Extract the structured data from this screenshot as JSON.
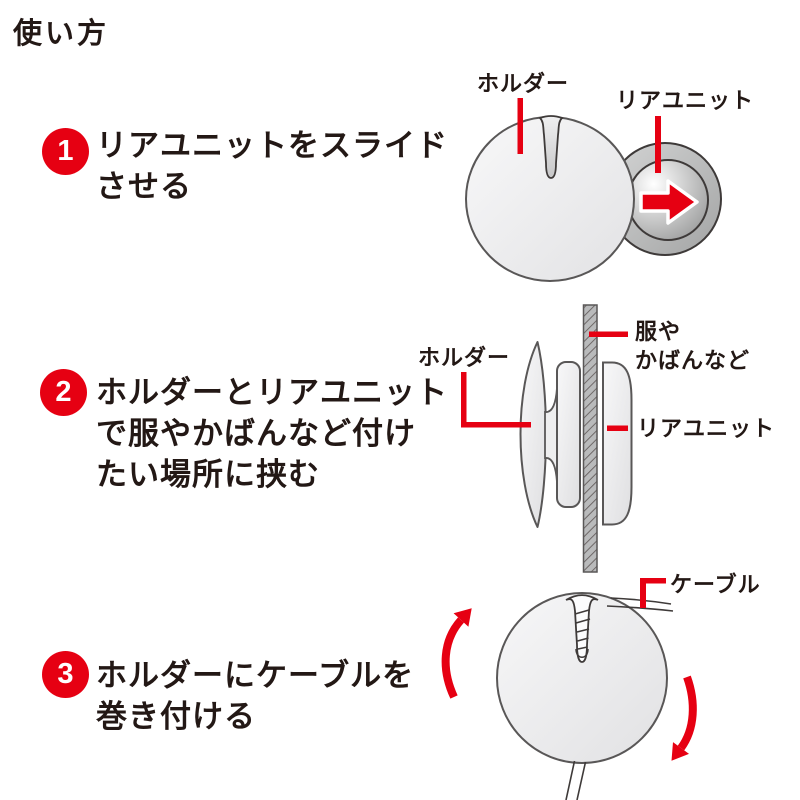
{
  "title": "使い方",
  "colors": {
    "accent": "#e60012",
    "ink": "#231815"
  },
  "steps": [
    {
      "number": "1",
      "lines": [
        "リアユニットをスライド",
        "させる"
      ]
    },
    {
      "number": "2",
      "lines": [
        "ホルダーとリアユニット",
        "で服やかばんなど付け",
        "たい場所に挟む"
      ]
    },
    {
      "number": "3",
      "lines": [
        "ホルダーにケーブルを",
        "巻き付ける"
      ]
    }
  ],
  "diagram1": {
    "holder_label": "ホルダー",
    "rear_unit_label": "リアユニット"
  },
  "diagram2": {
    "holder_label": "ホルダー",
    "material_label_line1": "服や",
    "material_label_line2": "かばんなど",
    "rear_unit_label": "リアユニット"
  },
  "diagram3": {
    "cable_label": "ケーブル"
  }
}
